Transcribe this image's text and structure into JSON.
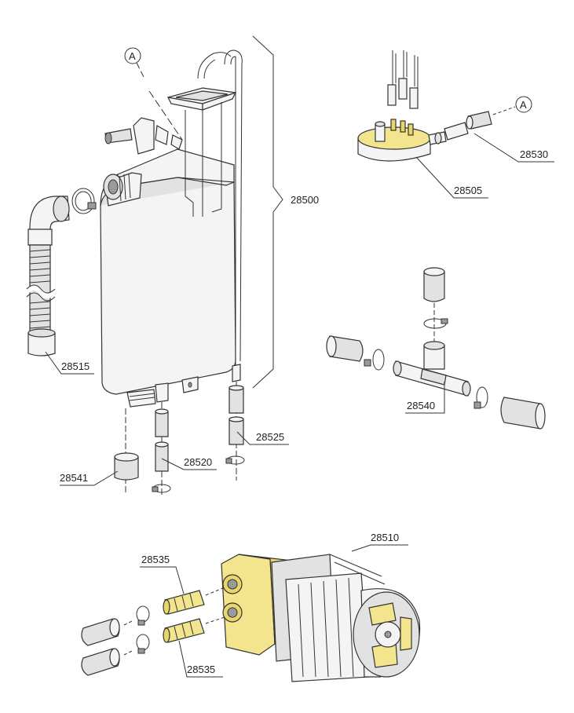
{
  "callouts": {
    "a_top": "A",
    "a_right": "A"
  },
  "labels": {
    "p28500": "28500",
    "p28505": "28505",
    "p28530": "28530",
    "p28515": "28515",
    "p28540": "28540",
    "p28525": "28525",
    "p28520": "28520",
    "p28541": "28541",
    "p28510": "28510",
    "p28535_top": "28535",
    "p28535_bottom": "28535"
  },
  "colors": {
    "pump_body": "#f3e58e",
    "line": "#333333"
  }
}
